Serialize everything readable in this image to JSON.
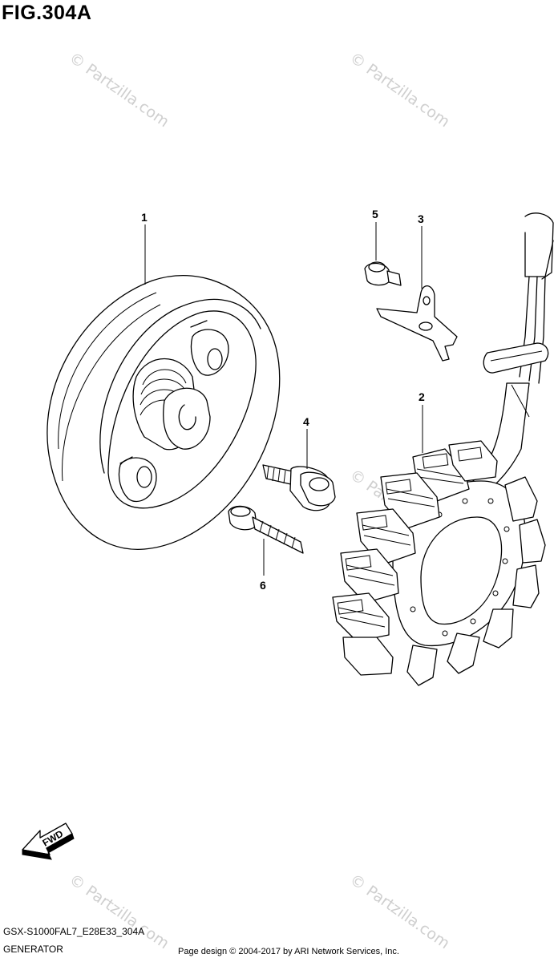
{
  "figure": {
    "title": "FIG.304A",
    "model_code": "GSX-S1000FAL7_E28E33_304A",
    "section_name": "GENERATOR",
    "copyright": "Page design © 2004-2017 by ARI Network Services, Inc."
  },
  "callouts": [
    {
      "number": "1",
      "part": "rotor"
    },
    {
      "number": "2",
      "part": "stator"
    },
    {
      "number": "3",
      "part": "clamp"
    },
    {
      "number": "4",
      "part": "rotor-bolt"
    },
    {
      "number": "5",
      "part": "clamp-bolt"
    },
    {
      "number": "6",
      "part": "stator-bolt"
    }
  ],
  "direction_indicator": {
    "label": "FWD"
  },
  "watermark": {
    "text": "© Partzilla.com"
  }
}
